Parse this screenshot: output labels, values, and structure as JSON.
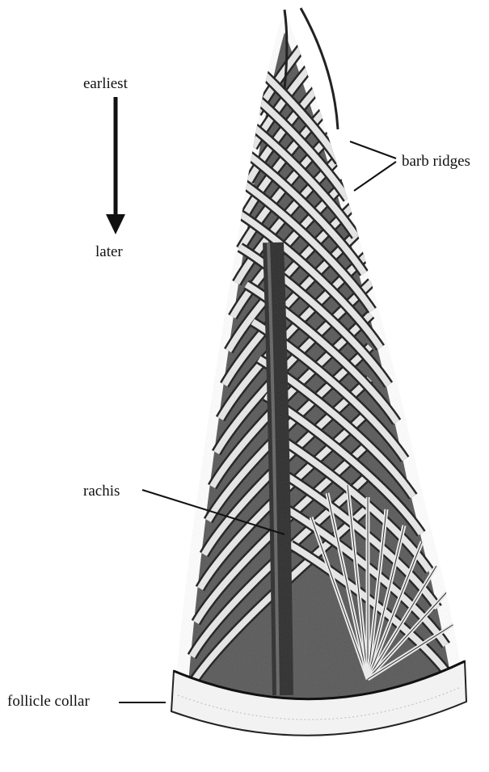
{
  "labels": {
    "earliest": "earliest",
    "later": "later",
    "barb_ridges": "barb ridges",
    "rachis": "rachis",
    "follicle_collar": "follicle collar"
  },
  "colors": {
    "ink": "#111111",
    "background": "#ffffff"
  }
}
